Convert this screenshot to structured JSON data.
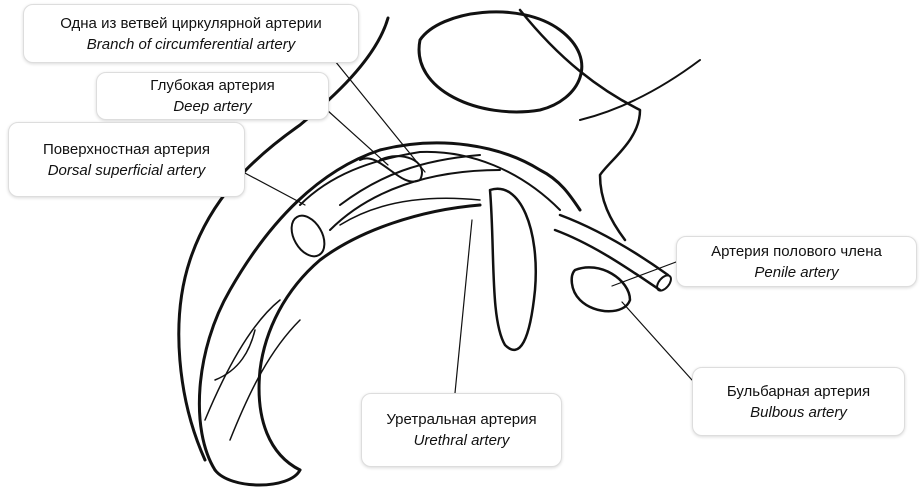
{
  "labels": {
    "branch": {
      "ru": "Одна из ветвей циркулярной артерии",
      "en": "Branch of circumferential artery"
    },
    "deep": {
      "ru": "Глубокая артерия",
      "en": "Deep artery"
    },
    "dorsal": {
      "ru": "Поверхностная артерия",
      "en": "Dorsal superficial artery"
    },
    "penile": {
      "ru": "Артерия полового члена",
      "en": "Penile artery"
    },
    "bulbous": {
      "ru": "Бульбарная артерия",
      "en": "Bulbous artery"
    },
    "urethral": {
      "ru": "Уретральная артерия",
      "en": "Urethral artery"
    }
  }
}
